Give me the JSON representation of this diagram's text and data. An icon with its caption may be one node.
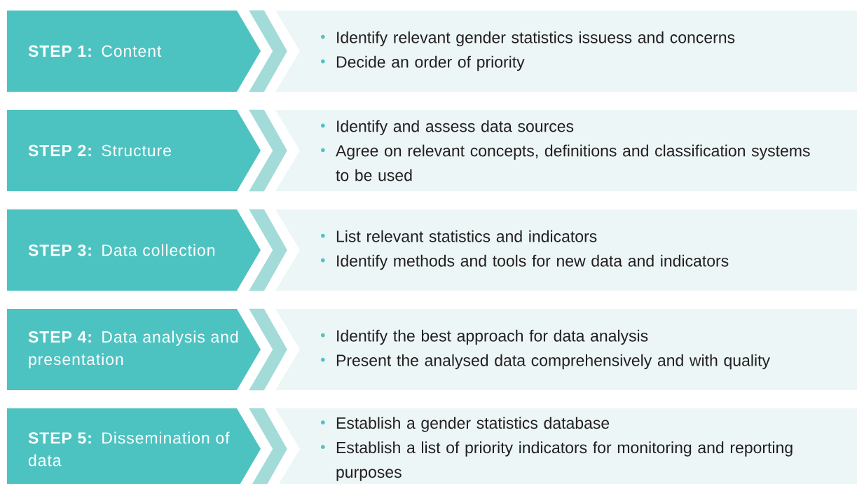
{
  "diagram": {
    "nodes": [
      {
        "text": [
          "**STEP 1:** Content"
        ]
      },
      {
        "text": [
          "Identify relevant gender statistics issuess and concerns",
          "Decide an order of priority"
        ]
      },
      {
        "text": [
          "**STEP 2:** Structure"
        ]
      },
      {
        "text": [
          "Identify and assess data sources",
          "Agree on relevant concepts, definitions and classification systems to be used"
        ]
      },
      {
        "text": [
          "**STEP 3:** Data collection"
        ]
      },
      {
        "text": [
          "List relevant statistics and indicators",
          "Identify methods and tools for new data and indicators"
        ]
      },
      {
        "text": [
          "**STEP 4:** Data analysis and presentation"
        ]
      },
      {
        "text": [
          "Identify the best approach for data analysis",
          "Present the analysed data comprehensively and with quality"
        ]
      },
      {
        "text": [
          "**STEP 5:** Dissemination of data"
        ]
      },
      {
        "text": [
          "Establish a gender statistics database",
          "Establish a list of priority indicators for monitoring and reporting purposes"
        ]
      }
    ],
    "edges": [
      {
        "from": 0,
        "to": 1,
        "arrow": "to"
      },
      {
        "from": 2,
        "to": 3,
        "arrow": "to"
      },
      {
        "from": 4,
        "to": 5,
        "arrow": "to"
      },
      {
        "from": 6,
        "to": 7,
        "arrow": "to"
      },
      {
        "from": 8,
        "to": 9,
        "arrow": "to"
      }
    ]
  }
}
